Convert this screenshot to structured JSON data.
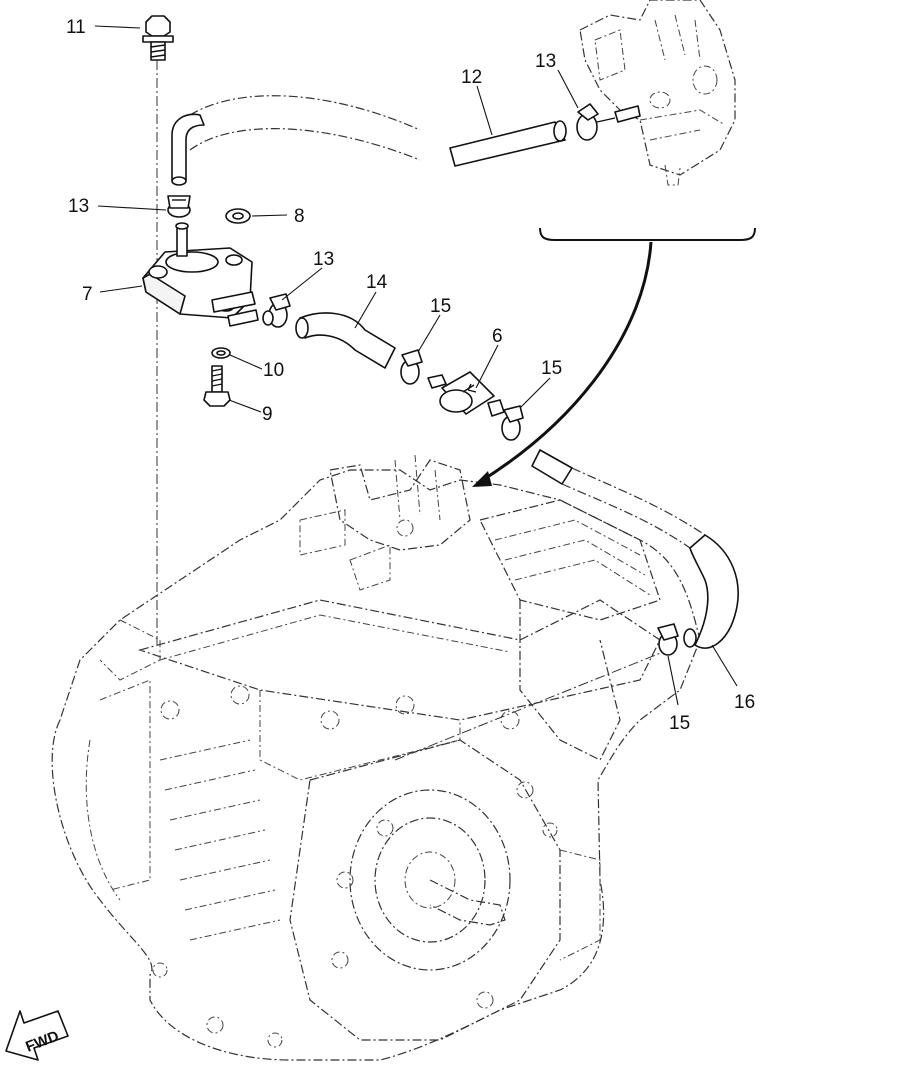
{
  "callouts": {
    "c11": "11",
    "c12": "12",
    "c13_top": "13",
    "c13_left": "13",
    "c8": "8",
    "c13_mid": "13",
    "c14": "14",
    "c7": "7",
    "c15_a": "15",
    "c6": "6",
    "c15_b": "15",
    "c10": "10",
    "c9": "9",
    "c15_c": "15",
    "c16": "16"
  },
  "direction_badge": {
    "label": "FWD"
  }
}
